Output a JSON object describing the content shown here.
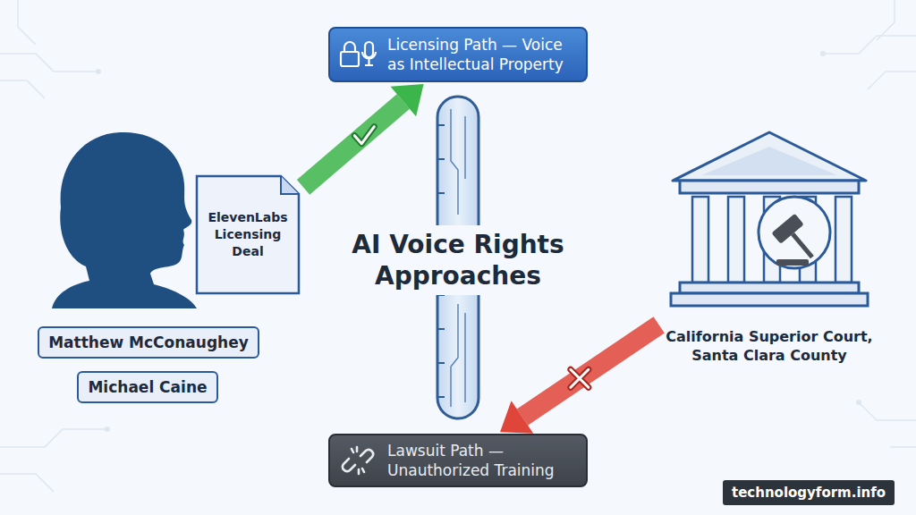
{
  "diagram": {
    "title": "AI Voice Rights Approaches",
    "nodes": [
      {
        "text": [
          "Licensing Path — Voice as Intellectual Property"
        ]
      },
      {
        "text": [
          "ElevenLabs Licensing Deal"
        ]
      },
      {
        "text": [
          "Matthew McConaughey"
        ]
      },
      {
        "text": [
          "Michael Caine"
        ]
      },
      {
        "text": [
          "California Superior Court, Santa Clara County"
        ]
      },
      {
        "text": [
          "Lawsuit Path — Unauthorized Training"
        ]
      }
    ],
    "edges": [
      {
        "from": 1,
        "to": 0,
        "arrow": "to"
      },
      {
        "from": 4,
        "to": 5,
        "arrow": "to"
      }
    ],
    "labels": [
      "technologyform.info"
    ]
  }
}
